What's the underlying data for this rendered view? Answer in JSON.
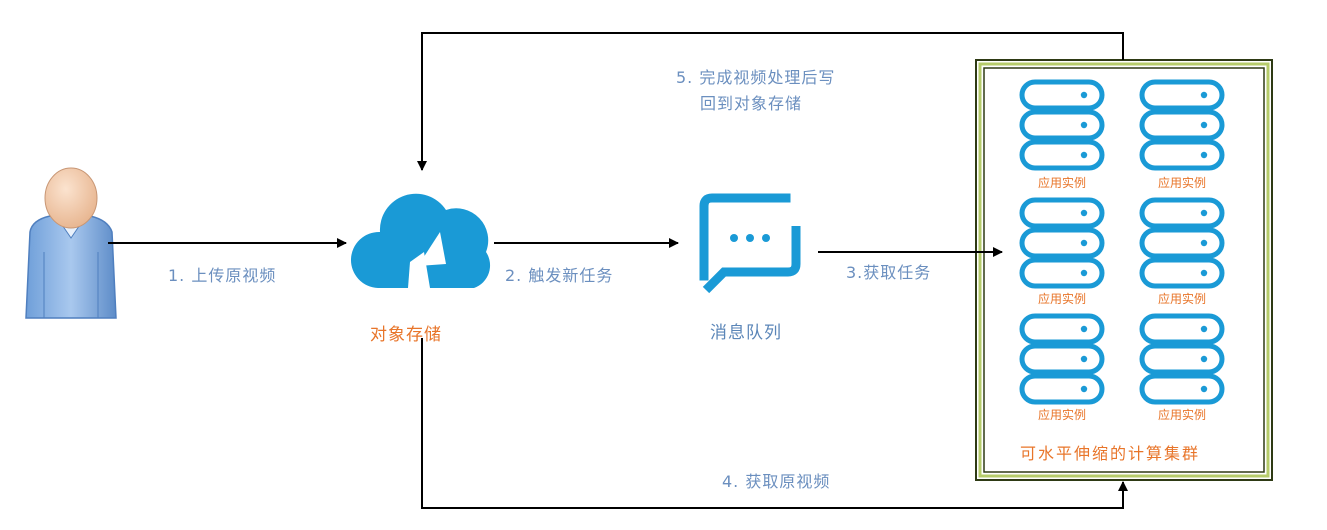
{
  "edges": {
    "upload": "1. 上传原视频",
    "trigger": "2. 触发新任务",
    "fetch_task": "3.获取任务",
    "fetch_video": "4. 获取原视频",
    "write_back_line1": "5. 完成视频处理后写",
    "write_back_line2": "回到对象存储"
  },
  "nodes": {
    "user": {
      "icon": "user-icon"
    },
    "object_storage": {
      "label": "对象存储",
      "icon": "cloud-upload-icon"
    },
    "message_queue": {
      "label": "消息队列",
      "icon": "message-queue-icon"
    },
    "cluster": {
      "label": "可水平伸缩的计算集群",
      "instances": [
        "应用实例",
        "应用实例",
        "应用实例",
        "应用实例",
        "应用实例",
        "应用实例"
      ]
    }
  },
  "colors": {
    "accent_blue": "#1a9ad6",
    "label_orange": "#e8752a",
    "edge_text": "#6b8fbf",
    "cluster_border": "#3d4f1a"
  }
}
